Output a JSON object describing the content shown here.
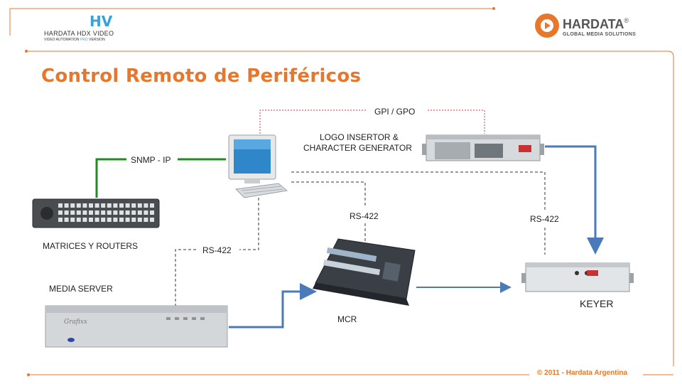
{
  "header": {
    "left_logo": {
      "mark": "HV",
      "line1": "HARDATA HDX VIDEO",
      "line2_prefix": "VIDEO AUTOMATION",
      "line2_pro": "PRO",
      "line2_suffix": "VERSION"
    },
    "right_logo": {
      "name": "HARDATA",
      "reg": "®",
      "tagline": "GLOBAL MEDIA SOLUTIONS"
    }
  },
  "title": "Control Remoto de Periféricos",
  "labels": {
    "gpi_gpo": "GPI / GPO",
    "logo_inserter_line1": "LOGO INSERTOR &",
    "logo_inserter_line2": "CHARACTER  GENERATOR",
    "snmp": "SNMP - IP",
    "rs422_center": "RS-422",
    "rs422_right": "RS-422",
    "rs422_left": "RS-422",
    "matrices": "MATRICES  Y ROUTERS",
    "media_server": "MEDIA SERVER",
    "mcr": "MCR",
    "keyer": "KEYER"
  },
  "device_text": {
    "media_server_brand": "Grafixx"
  },
  "footer": "© 2011 - Hardata Argentina",
  "colors": {
    "accent": "#e8772e",
    "green_link": "#1e8c1e",
    "blue_arrow": "#4a7ab8",
    "dotted_red": "#d23a3a"
  }
}
